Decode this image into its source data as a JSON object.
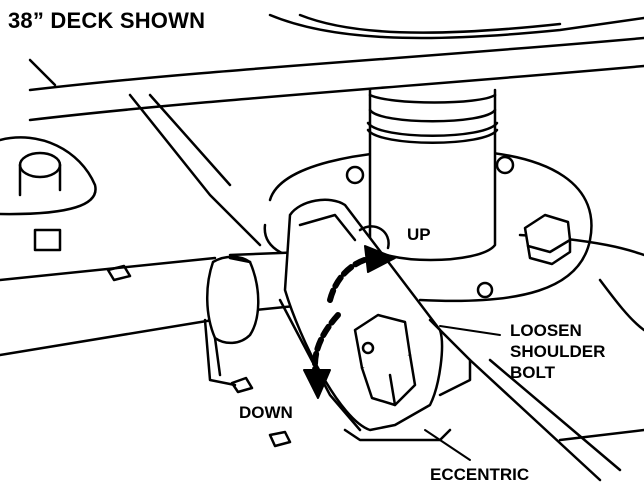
{
  "labels": {
    "title": "38” DECK SHOWN",
    "up": "UP",
    "down": "DOWN",
    "loosen_line1": "LOOSEN",
    "loosen_line2": "SHOULDER",
    "loosen_line3": "BOLT",
    "eccentric": "ECCENTRIC"
  },
  "colors": {
    "ink": "#000000",
    "paper": "#ffffff",
    "shade": "#d9d9d9"
  }
}
